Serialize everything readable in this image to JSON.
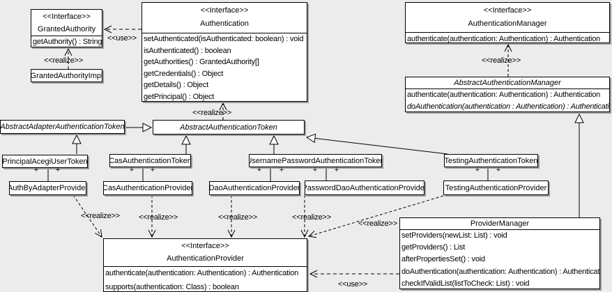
{
  "labels": {
    "use": "<<use>>",
    "realize": "<<realize>>",
    "plus": "+"
  },
  "colors": {
    "background": "#ececec",
    "box_fill": "#ffffff",
    "border": "#000000",
    "shadow": "#9a9a9a",
    "text": "#000000"
  },
  "classes": {
    "granted_authority": {
      "stereotype": "<<Interface>>",
      "name": "GrantedAuthority",
      "methods": [
        "getAuthority() : String"
      ]
    },
    "granted_authority_impl": {
      "name": "GrantedAuthorityImpl"
    },
    "authentication": {
      "stereotype": "<<Interface>>",
      "name": "Authentication",
      "methods": [
        "setAuthenticated(isAuthenticated: boolean) : void",
        "isAuthenticated() : boolean",
        "getAuthorities() : GrantedAuthority[]",
        "getCredentials() : Object",
        "getDetails() : Object",
        "getPrincipal() : Object"
      ]
    },
    "authentication_manager": {
      "stereotype": "<<Interface>>",
      "name": "AuthenticationManager",
      "methods": [
        "authenticate(authentication: Authentication) : Authentication"
      ]
    },
    "abstract_authentication_manager": {
      "name": "AbstractAuthenticationManager",
      "methods": [
        "authenticate(authentication: Authentication) : Authentication",
        "doAuthentication(authentication : Authentication) : Authentication"
      ]
    },
    "abstract_adapter_authentication_token": {
      "name": "AbstractAdapterAuthenticationToken"
    },
    "abstract_authentication_token": {
      "name": "AbstractAuthenticationToken"
    },
    "principal_acegi_user_token": {
      "name": "PrincipalAcegiUserToken"
    },
    "cas_authentication_token": {
      "name": "CasAuthenticationToken"
    },
    "username_password_authentication_token": {
      "name": "UsernamePasswordAuthenticationToken"
    },
    "testing_authentication_token": {
      "name": "TestingAuthenticationToken"
    },
    "auth_by_adapter_provider": {
      "name": "AuthByAdapterProvider"
    },
    "cas_authentication_provider": {
      "name": "CasAuthenticationProvider"
    },
    "dao_authentication_provider": {
      "name": "DaoAuthenticationProvider"
    },
    "password_dao_authentication_provider": {
      "name": "PasswordDaoAuthenticationProvider"
    },
    "testing_authentication_provider": {
      "name": "TestingAuthenticationProvider"
    },
    "authentication_provider": {
      "stereotype": "<<Interface>>",
      "name": "AuthenticationProvider",
      "methods": [
        "authenticate(authentication: Authentication) : Authentication",
        "supports(authentication: Class) : boolean"
      ]
    },
    "provider_manager": {
      "name": "ProviderManager",
      "methods": [
        "setProviders(newList: List) : void",
        "getProviders() : List",
        "afterPropertiesSet() : void",
        "doAuthentication(authentication: Authentication) : Authentication",
        "checkIfValidList(listToCheck: List) : void"
      ]
    }
  }
}
